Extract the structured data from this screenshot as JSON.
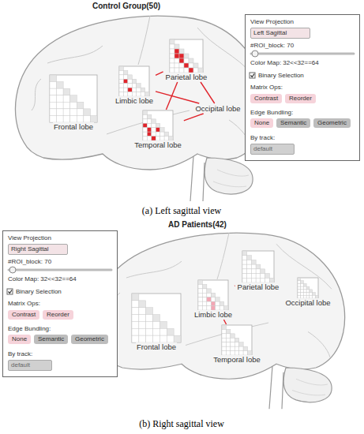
{
  "diagram": {
    "nodes": [
      {
        "text": [
          "Frontal lobe"
        ]
      },
      {
        "text": [
          "Limbic lobe"
        ]
      },
      {
        "text": [
          "Parietal lobe"
        ]
      },
      {
        "text": [
          "Temporal lobe"
        ]
      },
      {
        "text": [
          "Occipital lobe"
        ]
      },
      {
        "text": [
          "View Projection",
          "#ROI_block: 70",
          "Color Map: 32<<32==64",
          "Binary Selection",
          "Matrix Ops:",
          "Edge Bundling:",
          "By track:"
        ]
      },
      {
        "text": [
          "Left Sagittal"
        ],
        "in": 5
      },
      {
        "text": [
          "Contrast"
        ],
        "in": 5
      },
      {
        "text": [
          "Reorder"
        ],
        "in": 5
      },
      {
        "text": [
          "None"
        ],
        "in": 5
      },
      {
        "text": [
          "Semantic"
        ],
        "in": 5
      },
      {
        "text": [
          "Geometric"
        ],
        "in": 5
      },
      {
        "text": [
          "default"
        ],
        "in": 5
      },
      {
        "text": [
          "View Projection",
          "#ROI_block: 70",
          "Color Map: 32<<32==64",
          "Binary Selection",
          "Matrix Ops:",
          "Edge Bundling:",
          "By track:"
        ]
      },
      {
        "text": [
          "Right Sagittal"
        ],
        "in": 13
      },
      {
        "text": [
          "Contrast"
        ],
        "in": 13
      },
      {
        "text": [
          "Reorder"
        ],
        "in": 13
      },
      {
        "text": [
          "None"
        ],
        "in": 13
      },
      {
        "text": [
          "Semantic"
        ],
        "in": 13
      },
      {
        "text": [
          "Geometric"
        ],
        "in": 13
      },
      {
        "text": [
          "default"
        ],
        "in": 13
      },
      {
        "text": [
          "Frontal lobe"
        ]
      },
      {
        "text": [
          "Limbic lobe"
        ]
      },
      {
        "text": [
          "Parietal lobe"
        ]
      },
      {
        "text": [
          "Temporal lobe"
        ]
      },
      {
        "text": [
          "Occipital lobe"
        ]
      }
    ],
    "edges": [
      {
        "from": 1,
        "to": 2,
        "arrow": "none"
      },
      {
        "from": 1,
        "to": 4,
        "arrow": "none"
      },
      {
        "from": 2,
        "to": 4,
        "arrow": "none"
      },
      {
        "from": 3,
        "to": 4,
        "arrow": "none"
      },
      {
        "from": 3,
        "to": 2,
        "arrow": "none"
      },
      {
        "from": 22,
        "to": 23,
        "arrow": "none"
      },
      {
        "from": 22,
        "to": 24,
        "arrow": "none"
      }
    ],
    "labels": [
      "Control Group(50)",
      "(a) Left sagittal view",
      "AD Patients(42)",
      "(b) Right sagittal view"
    ]
  }
}
